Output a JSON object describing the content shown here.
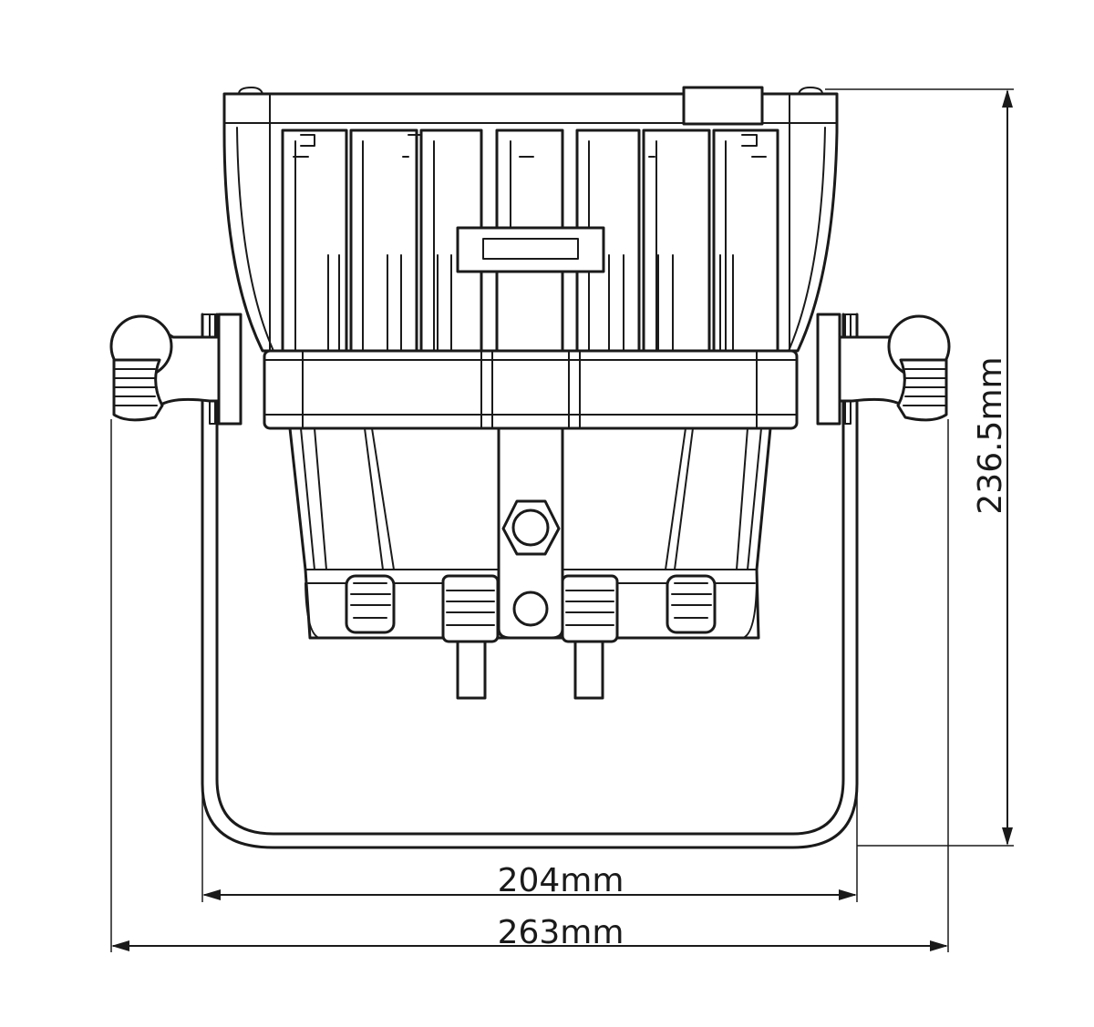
{
  "dimensions": {
    "height_label": "236.5mm",
    "inner_width_label": "204mm",
    "outer_width_label": "263mm"
  }
}
